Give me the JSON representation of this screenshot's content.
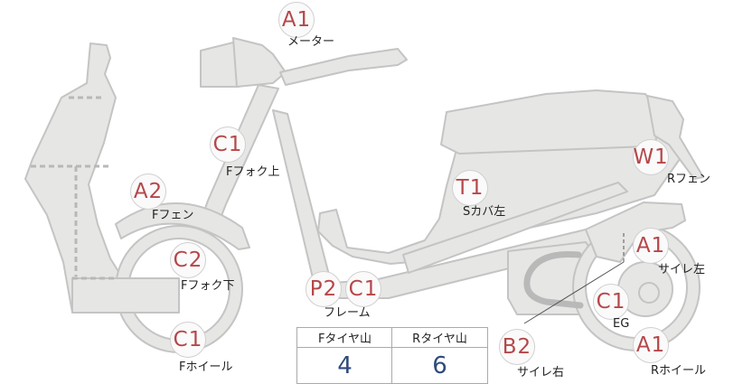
{
  "parts": [
    {
      "id": "meter",
      "code": "A1",
      "label": "メーター"
    },
    {
      "id": "ffork-upper",
      "code": "C1",
      "label": "Fフォク上"
    },
    {
      "id": "ffender",
      "code": "A2",
      "label": "Fフェン"
    },
    {
      "id": "ffork-lower",
      "code": "C2",
      "label": "Fフォク下"
    },
    {
      "id": "fwheel",
      "code": "C1",
      "label": "Fホイール"
    },
    {
      "id": "frame",
      "code": "C1",
      "label": "フレーム"
    },
    {
      "id": "frame-p",
      "code": "P2",
      "label": ""
    },
    {
      "id": "side-cover-left",
      "code": "T1",
      "label": "Sカバ左"
    },
    {
      "id": "rfender",
      "code": "W1",
      "label": "Rフェン"
    },
    {
      "id": "muffler-left",
      "code": "A1",
      "label": "サイレ左"
    },
    {
      "id": "engine",
      "code": "C1",
      "label": "EG"
    },
    {
      "id": "rwheel",
      "code": "A1",
      "label": "Rホイール"
    },
    {
      "id": "muffler-right",
      "code": "B2",
      "label": "サイレ右"
    }
  ],
  "tread": {
    "front_header": "Fタイヤ山",
    "rear_header": "Rタイヤ山",
    "front_value": "4",
    "rear_value": "6"
  },
  "colors": {
    "grade": "#b5474a",
    "value": "#2f4a7a",
    "body": "#e6e6e4",
    "outline": "#c4c4c4"
  }
}
